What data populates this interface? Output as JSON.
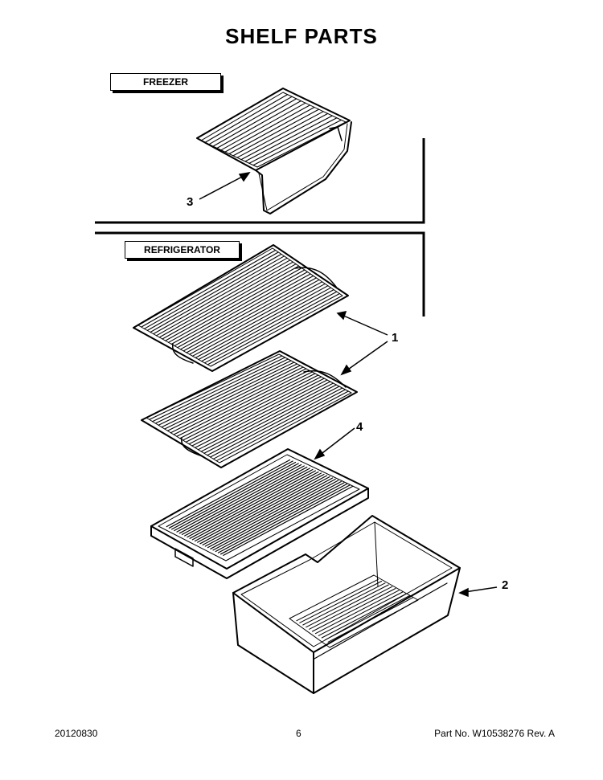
{
  "title": "SHELF PARTS",
  "sections": {
    "freezer": "FREEZER",
    "refrigerator": "REFRIGERATOR"
  },
  "callouts": {
    "shelf_refrigerator": "1",
    "crisper_drawer": "2",
    "shelf_freezer": "3",
    "crisper_cover": "4"
  },
  "footer": {
    "date": "20120830",
    "page": "6",
    "part_number": "Part No.  W10538276  Rev.  A"
  }
}
